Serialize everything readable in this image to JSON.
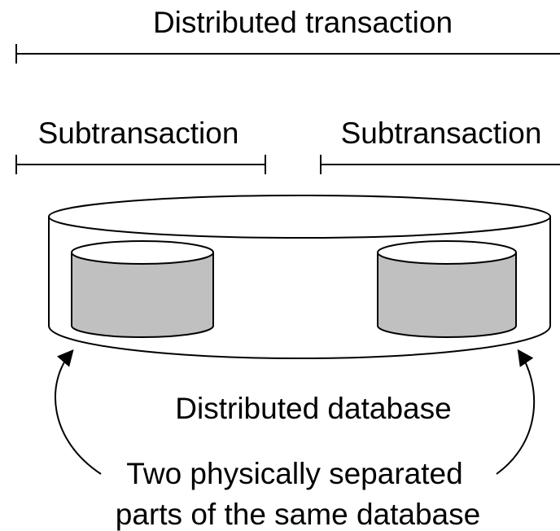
{
  "diagram": {
    "title": "Distributed transaction",
    "left_subtransaction": "Subtransaction",
    "right_subtransaction": "Subtransaction",
    "database_label": "Distributed database",
    "caption_line1": "Two physically separated",
    "caption_line2": "parts of the same database",
    "colors": {
      "ink": "#000000",
      "disk_fill": "#c0c0c0",
      "background": "#ffffff"
    }
  }
}
